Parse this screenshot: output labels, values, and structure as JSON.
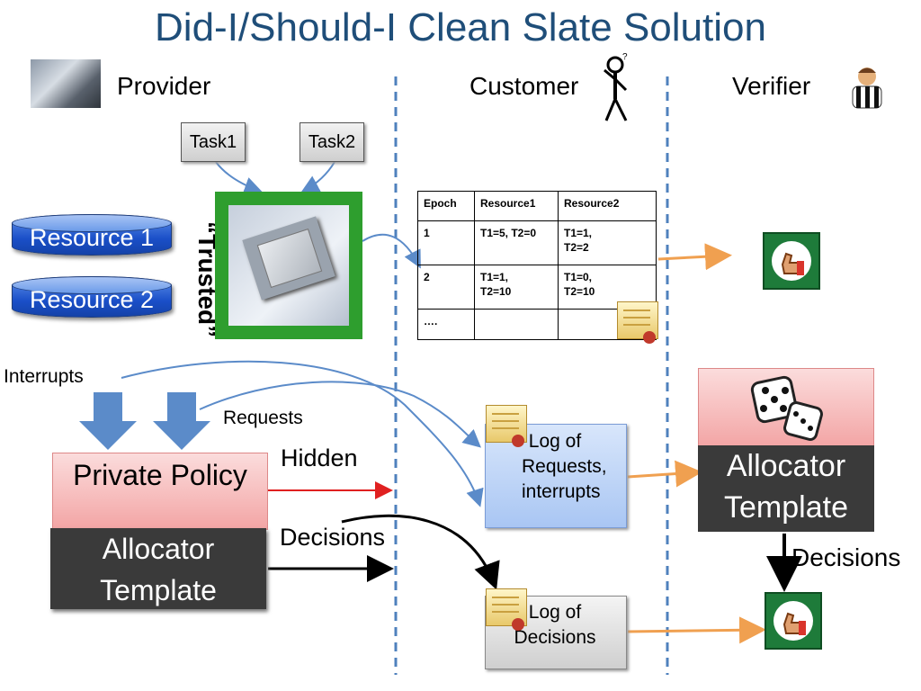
{
  "title": "Did-I/Should-I Clean Slate Solution",
  "columns": {
    "provider": "Provider",
    "customer": "Customer",
    "verifier": "Verifier"
  },
  "tasks": [
    "Task1",
    "Task2"
  ],
  "resources": [
    "Resource 1",
    "Resource 2"
  ],
  "trusted_label": "“Trusted”",
  "epoch_table": {
    "headers": [
      "Epoch",
      "Resource1",
      "Resource2"
    ],
    "rows": [
      [
        "1",
        "T1=5, T2=0",
        "T1=1,\nT2=2"
      ],
      [
        "2",
        "T1=1,\nT2=10",
        "T1=0,\nT2=10"
      ],
      [
        "….",
        "",
        ""
      ]
    ]
  },
  "labels": {
    "interrupts": "Interrupts",
    "requests": "Requests",
    "hidden": "Hidden",
    "decisions_left": "Decisions",
    "decisions_right": "Decisions"
  },
  "private_policy": "Private Policy",
  "allocator_template": "Allocator Template",
  "logs": {
    "requests_log": "Log of Requests, interrupts",
    "decisions_log": "Log of Decisions"
  },
  "colors": {
    "title": "#1F4E79",
    "arrow_blue": "#5B8BC9",
    "arrow_orange": "#F0A050",
    "arrow_red": "#E02020",
    "trusted_frame": "#2E9E2E",
    "divider": "#4F81BD"
  }
}
